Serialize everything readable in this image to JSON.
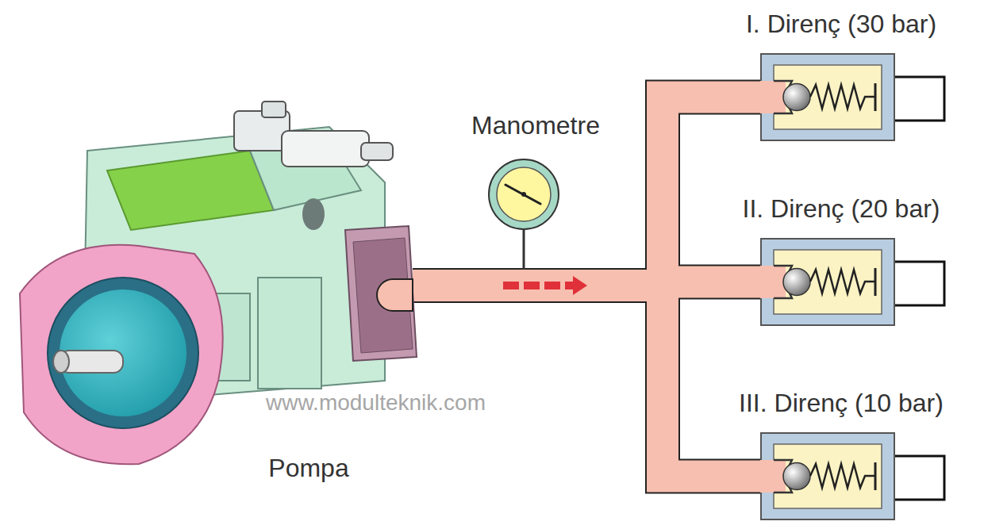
{
  "diagram": {
    "nodes": [
      {
        "text": [
          "Pompa"
        ]
      },
      {
        "text": [
          "Manometre"
        ]
      },
      {
        "text": [
          "I. Direnç (30 bar)"
        ]
      },
      {
        "text": [
          "II. Direnç (20 bar)"
        ]
      },
      {
        "text": [
          "III. Direnç (10 bar)"
        ]
      }
    ],
    "edges": [
      {
        "from": 0,
        "to": 2,
        "arrow": "none"
      },
      {
        "from": 0,
        "to": 3,
        "arrow": "none"
      },
      {
        "from": 0,
        "to": 4,
        "arrow": "none"
      }
    ],
    "labels": [
      "www.modulteknik.com"
    ]
  }
}
